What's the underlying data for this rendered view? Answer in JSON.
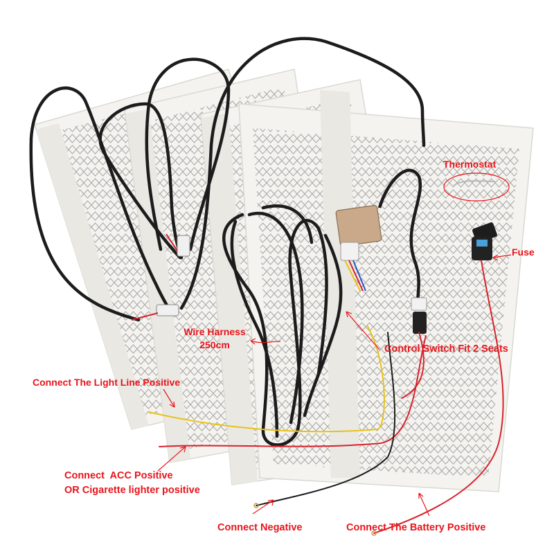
{
  "labels": {
    "thermostat": "Thermostat",
    "fuse": "Fuse",
    "wire_harness_1": "Wire Harness",
    "wire_harness_2": "250cm",
    "control_switch": "Control Switch Fit 2 Seats",
    "light_line": "Connect The Light Line Positive",
    "acc_1": "Connect  ACC Positive",
    "acc_2": "OR Cigarette lighter positive",
    "negative": "Connect Negative",
    "battery": "Connect The Battery Positive"
  },
  "colors": {
    "label": "#e8141b",
    "pad": "#f4f3ef",
    "pad_edge": "#d9d8d2",
    "tape": "#e9e8e3",
    "pattern": "#9a9a9a",
    "cable": "#1c1c1c",
    "wire_red": "#d8202a",
    "wire_yellow": "#e6c21a",
    "module": "#c9a98a"
  }
}
